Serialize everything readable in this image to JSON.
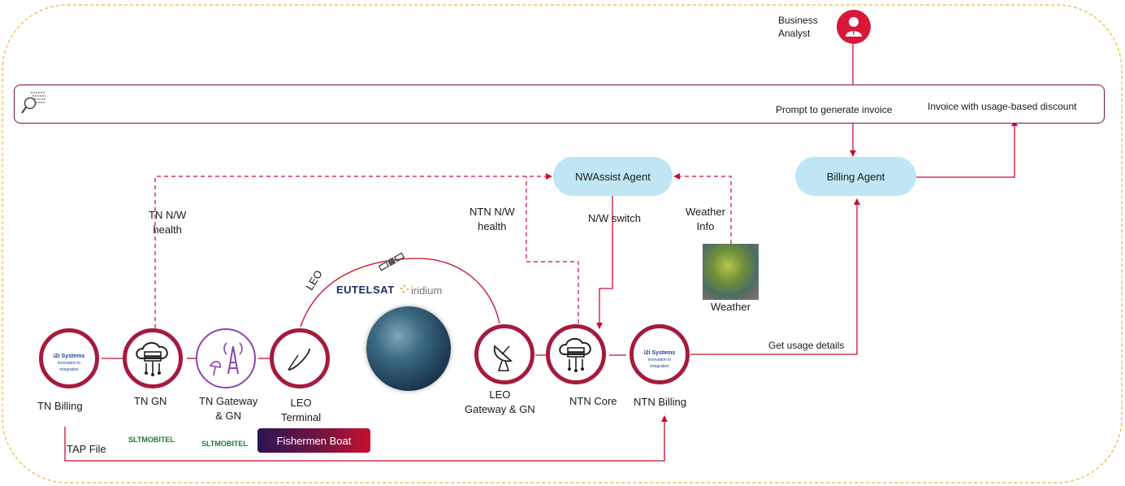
{
  "actor": {
    "label_line1": "Business",
    "label_line2": "Analyst",
    "icon": "user-icon"
  },
  "prompt_bar": {
    "prompt_label": "Prompt to generate invoice",
    "invoice_label": "Invoice with usage-based discount",
    "icon": "search-document-icon"
  },
  "agents": {
    "nwassist": "NWAssist Agent",
    "billing": "Billing Agent"
  },
  "edge_labels": {
    "tn_health_1": "TN N/W",
    "tn_health_2": "health",
    "ntn_health_1": "NTN N/W",
    "ntn_health_2": "health",
    "nw_switch": "N/W switch",
    "weather_info_1": "Weather",
    "weather_info_2": "Info",
    "usage": "Get usage details",
    "leo": "LEO",
    "tap_file": "TAP File"
  },
  "weather": {
    "label": "Weather"
  },
  "satellite_providers": {
    "eutelsat": "EUTELSAT",
    "iridium": "iridium"
  },
  "nodes": {
    "tn_billing": "TN Billing",
    "tn_gn": "TN GN",
    "tn_gateway_1": "TN Gateway",
    "tn_gateway_2": "& GN",
    "leo_terminal_1": "LEO",
    "leo_terminal_2": "Terminal",
    "leo_gateway_1": "LEO",
    "leo_gateway_2": "Gateway & GN",
    "ntn_core": "NTN Core",
    "ntn_billing": "NTN Billing"
  },
  "logos": {
    "i2i_1": "i2i Systems",
    "i2i_2": "innovation to integration",
    "slt": "SLTMOBITEL"
  },
  "boat": "Fishermen Boat",
  "colors": {
    "accent": "#c8102e",
    "frame": "#e8b63a",
    "agent_bg": "#bfe6f2",
    "node_border": "#a51b3d"
  }
}
